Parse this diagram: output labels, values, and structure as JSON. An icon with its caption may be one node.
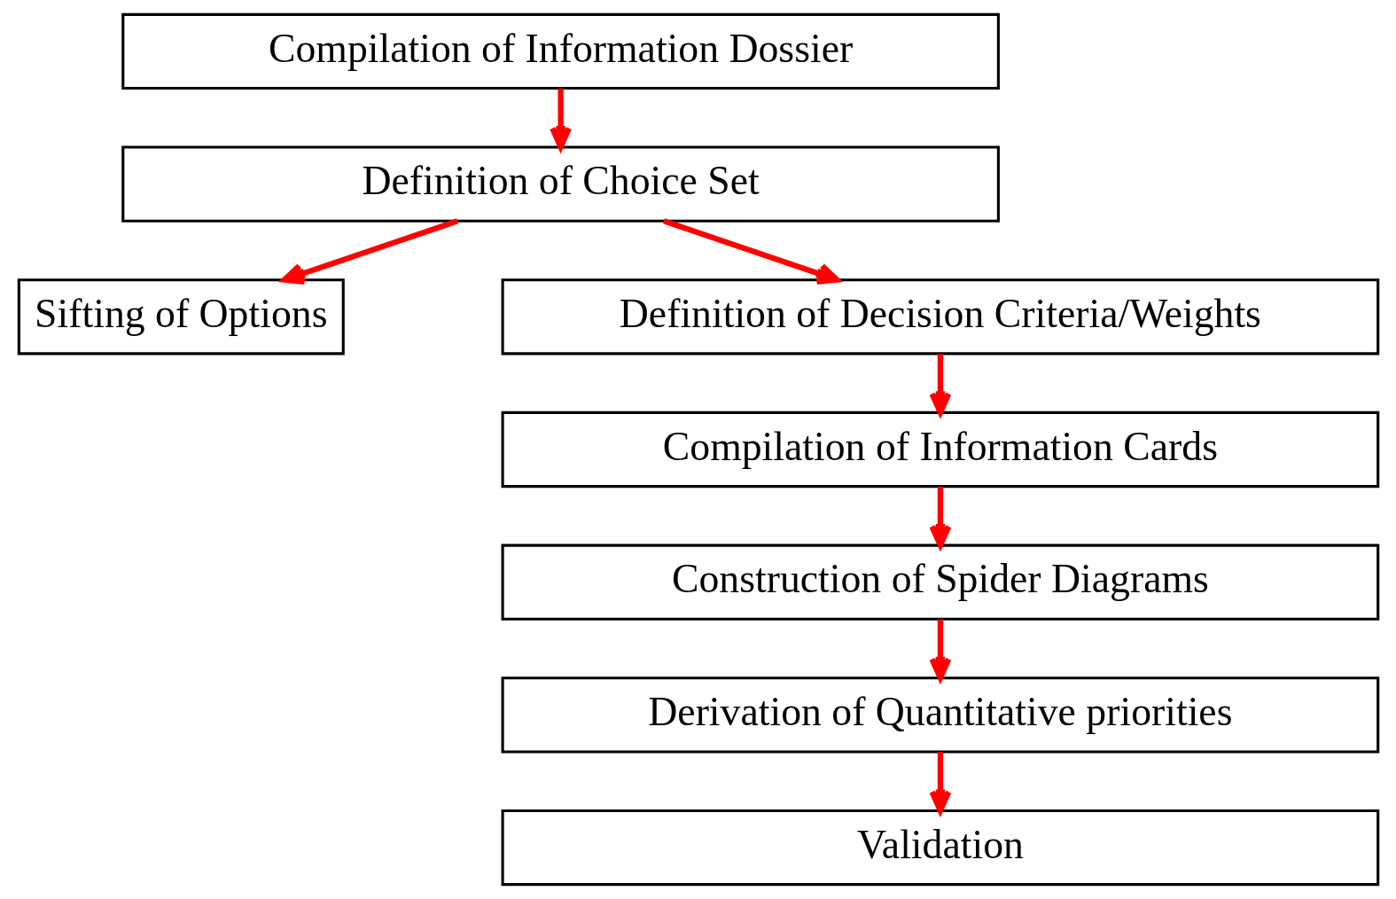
{
  "diagram": {
    "nodes": [
      {
        "text": [
          "Compilation of Information Dossier"
        ]
      },
      {
        "text": [
          "Definition of Choice Set"
        ]
      },
      {
        "text": [
          "Sifting of Options"
        ]
      },
      {
        "text": [
          "Definition of Decision Criteria/Weights"
        ]
      },
      {
        "text": [
          "Compilation of Information Cards"
        ]
      },
      {
        "text": [
          "Construction of Spider Diagrams"
        ]
      },
      {
        "text": [
          "Derivation of Quantitative priorities"
        ]
      },
      {
        "text": [
          "Validation"
        ]
      }
    ],
    "edges": [
      {
        "from": 0,
        "to": 1,
        "arrow": "to"
      },
      {
        "from": 1,
        "to": 3,
        "arrow": "to"
      },
      {
        "from": 1,
        "to": 2,
        "arrow": "to"
      },
      {
        "from": 3,
        "to": 4,
        "arrow": "to"
      },
      {
        "from": 4,
        "to": 5,
        "arrow": "to"
      },
      {
        "from": 5,
        "to": 6,
        "arrow": "to"
      },
      {
        "from": 6,
        "to": 7,
        "arrow": "to"
      }
    ]
  }
}
